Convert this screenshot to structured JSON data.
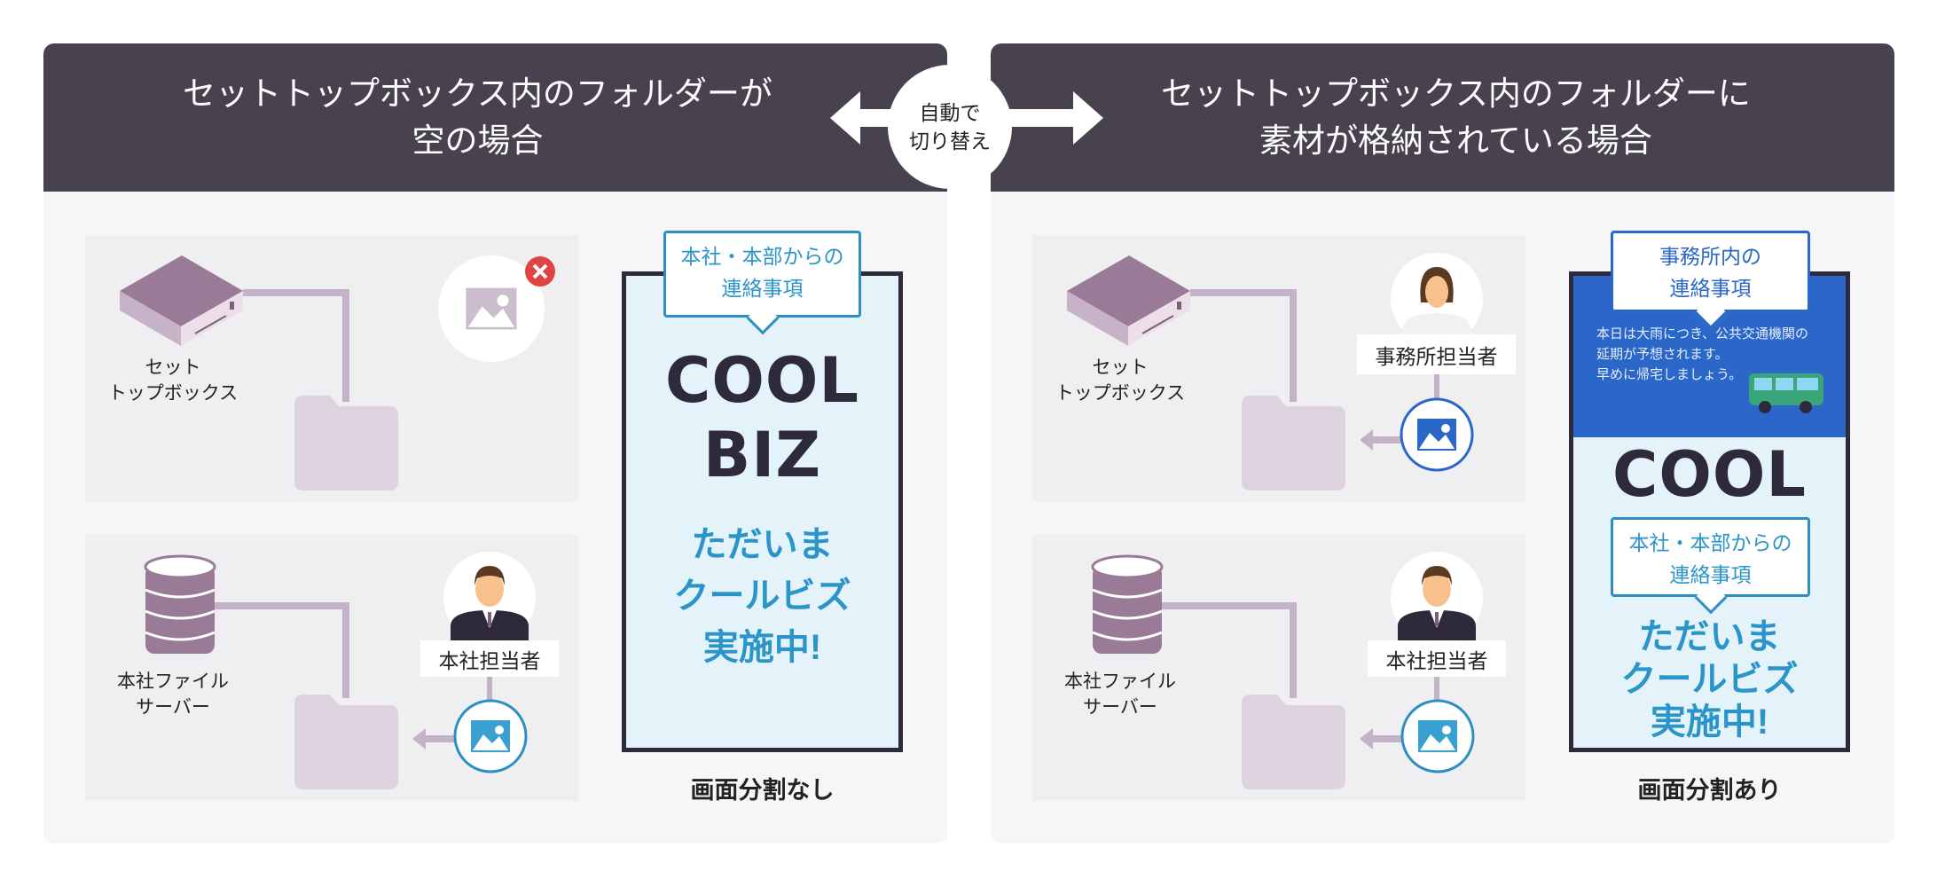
{
  "left": {
    "title_line1": "セットトップボックス内のフォルダーが",
    "title_line2": "空の場合",
    "stb_label_1": "セット",
    "stb_label_2": "トップボックス",
    "server_label_1": "本社ファイル",
    "server_label_2": "サーバー",
    "hq_person": "本社担当者",
    "bubble_line1": "本社・本部からの",
    "bubble_line2": "連絡事項",
    "cool": "COOL",
    "biz": "BIZ",
    "msg1": "ただいま",
    "msg2": "クールビズ",
    "msg3": "実施中!",
    "caption": "画面分割なし"
  },
  "switch": {
    "line1": "自動で",
    "line2": "切り替え"
  },
  "right": {
    "title_line1": "セットトップボックス内のフォルダーに",
    "title_line2": "素材が格納されている場合",
    "stb_label_1": "セット",
    "stb_label_2": "トップボックス",
    "office_person": "事務所担当者",
    "server_label_1": "本社ファイル",
    "server_label_2": "サーバー",
    "hq_person": "本社担当者",
    "top_bubble_line1": "事務所内の",
    "top_bubble_line2": "連絡事項",
    "notice1": "本日は大雨につき、公共交通機関の",
    "notice2": "延期が予想されます。",
    "notice3": "早めに帰宅しましょう。",
    "cool": "COOL",
    "bubble_line1": "本社・本部からの",
    "bubble_line2": "連絡事項",
    "msg1": "ただいま",
    "msg2": "クールビズ",
    "msg3": "実施中!",
    "caption": "画面分割あり"
  },
  "colors": {
    "header": "#48424f",
    "device": "#9a7b97",
    "pipe": "#c4b3c6",
    "folder": "#ddd3df",
    "accent_blue": "#2b8fc4",
    "office_blue": "#2b66c9",
    "error_red": "#e04343"
  }
}
